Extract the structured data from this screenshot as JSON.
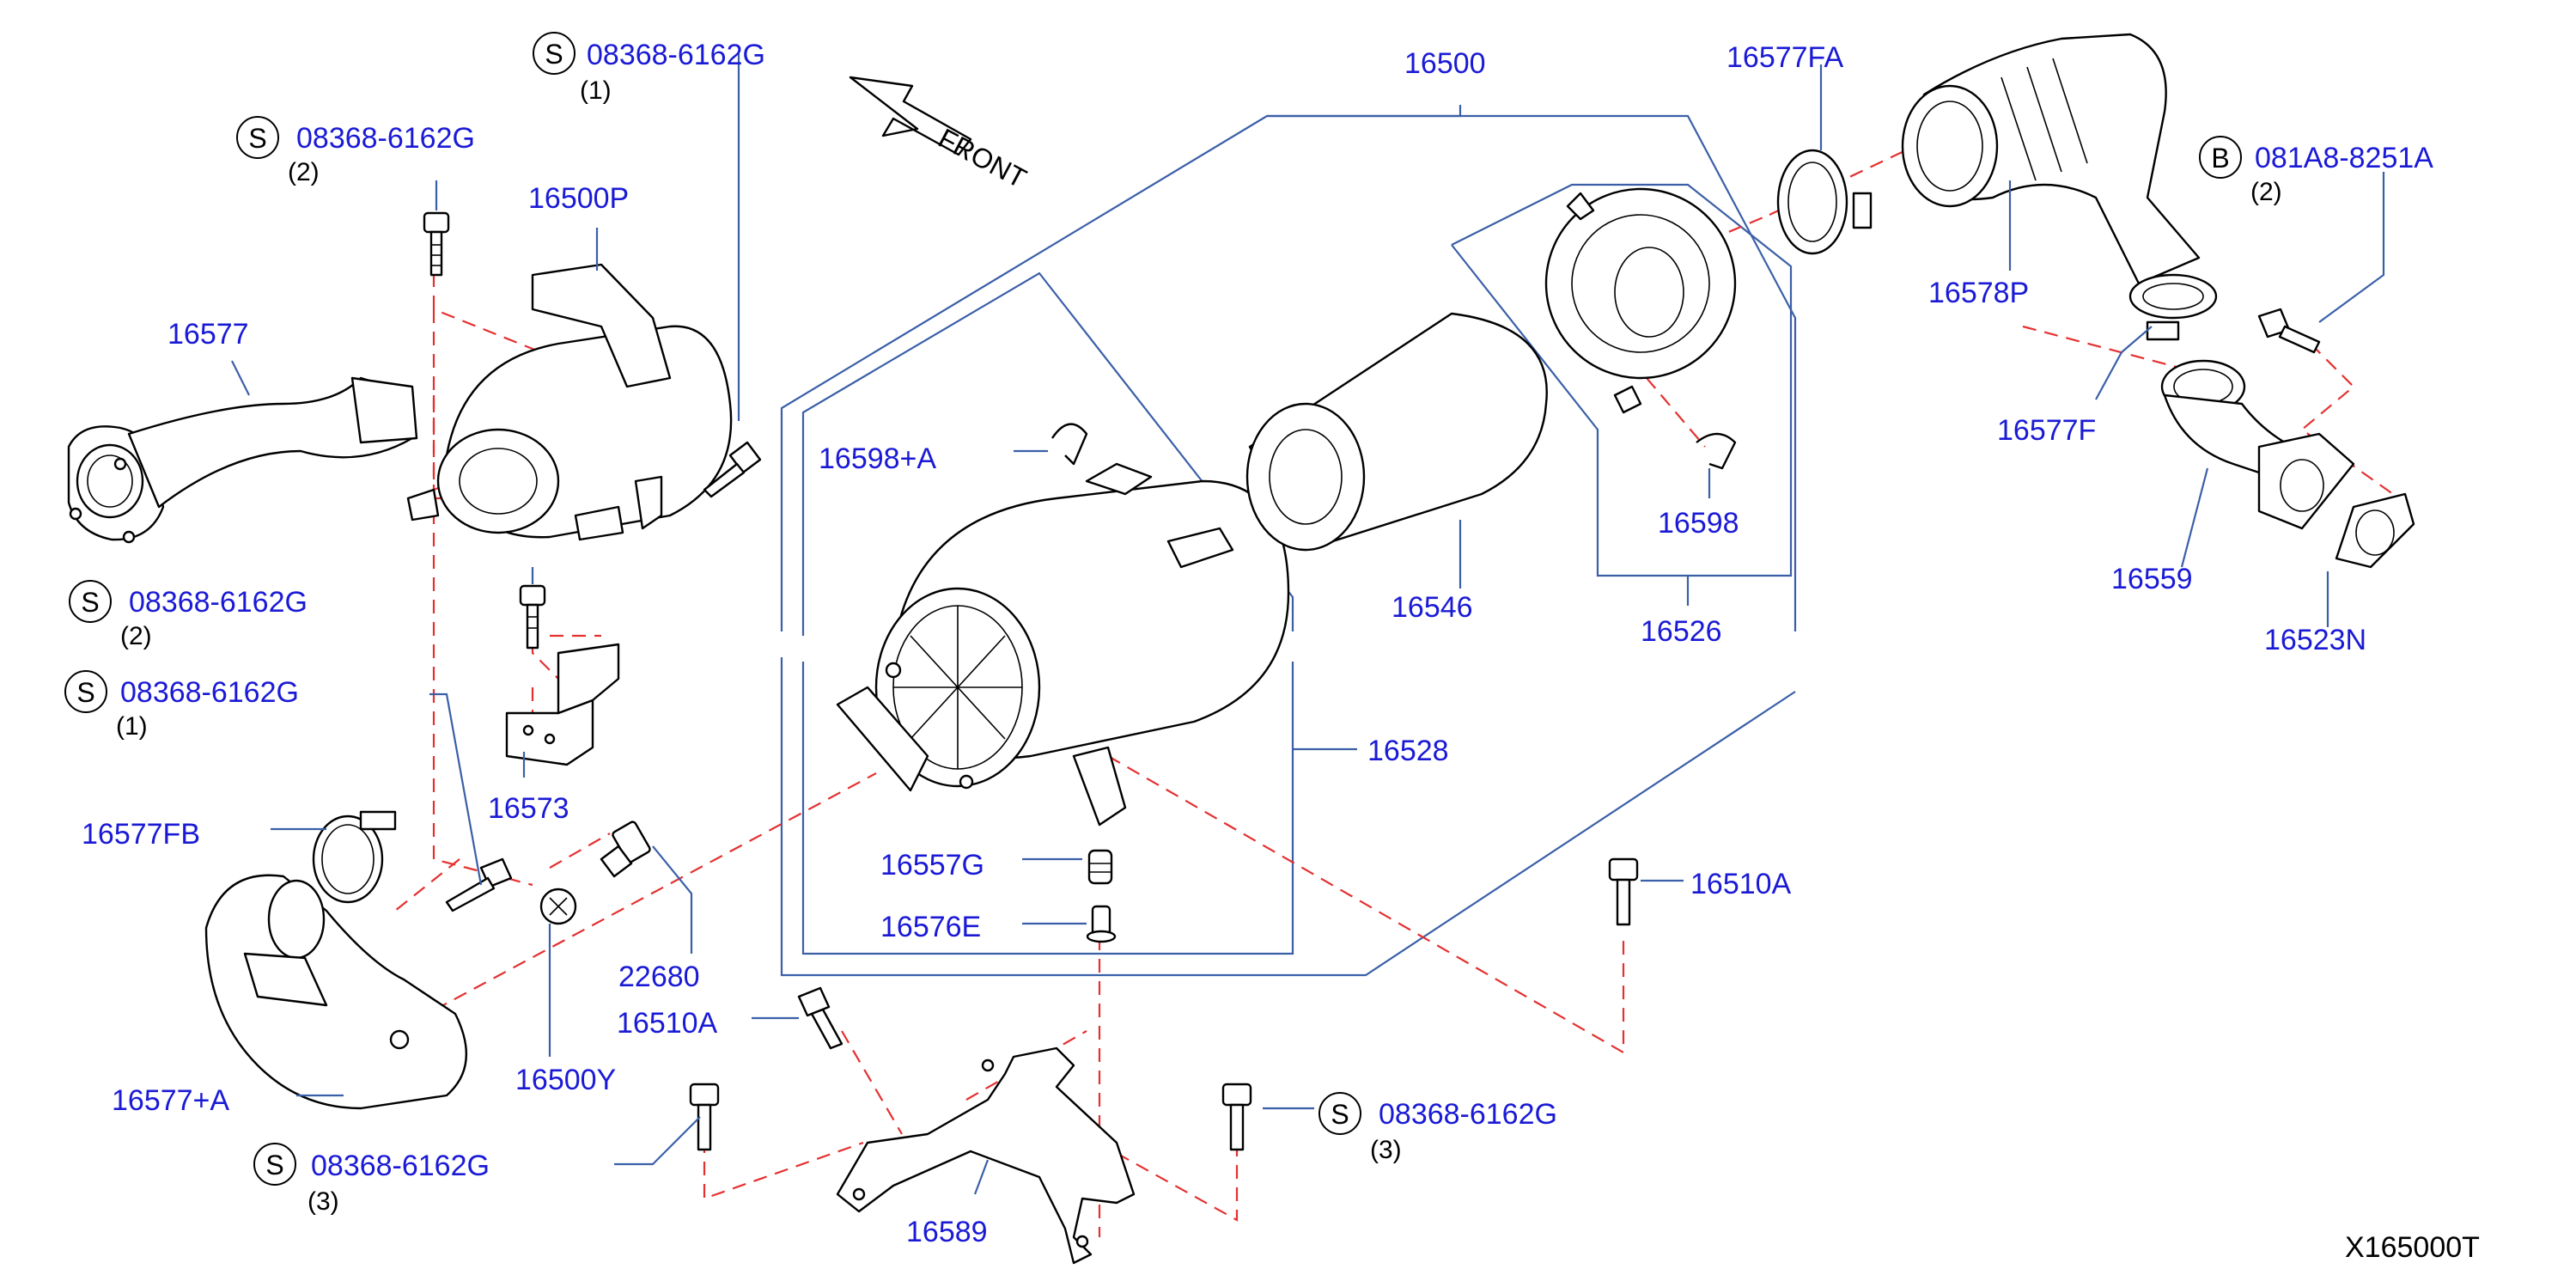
{
  "diagram": {
    "front_label": "FRONT",
    "drawing_code": "X165000T",
    "callouts": {
      "p16500": "16500",
      "p16577FA": "16577FA",
      "p16578P": "16578P",
      "p16577F": "16577F",
      "p16559": "16559",
      "p16523N": "16523N",
      "p16500P": "16500P",
      "p16577": "16577",
      "p16598A": "16598+A",
      "p16546": "16546",
      "p16598": "16598",
      "p16526": "16526",
      "p16573": "16573",
      "p16577FB": "16577FB",
      "p16528": "16528",
      "p16557G": "16557G",
      "p16576E": "16576E",
      "p16510A_right": "16510A",
      "p22680": "22680",
      "p16510A_left": "16510A",
      "p16500Y": "16500Y",
      "p16577A": "16577+A",
      "p16589": "16589"
    },
    "fasteners": [
      {
        "letter": "S",
        "part": "08368-6162G",
        "qty": "(1)"
      },
      {
        "letter": "S",
        "part": "08368-6162G",
        "qty": "(2)"
      },
      {
        "letter": "S",
        "part": "08368-6162G",
        "qty": "(2)"
      },
      {
        "letter": "S",
        "part": "08368-6162G",
        "qty": "(1)"
      },
      {
        "letter": "S",
        "part": "08368-6162G",
        "qty": "(3)"
      },
      {
        "letter": "S",
        "part": "08368-6162G",
        "qty": "(3)"
      },
      {
        "letter": "B",
        "part": "081A8-8251A",
        "qty": "(2)"
      }
    ]
  }
}
